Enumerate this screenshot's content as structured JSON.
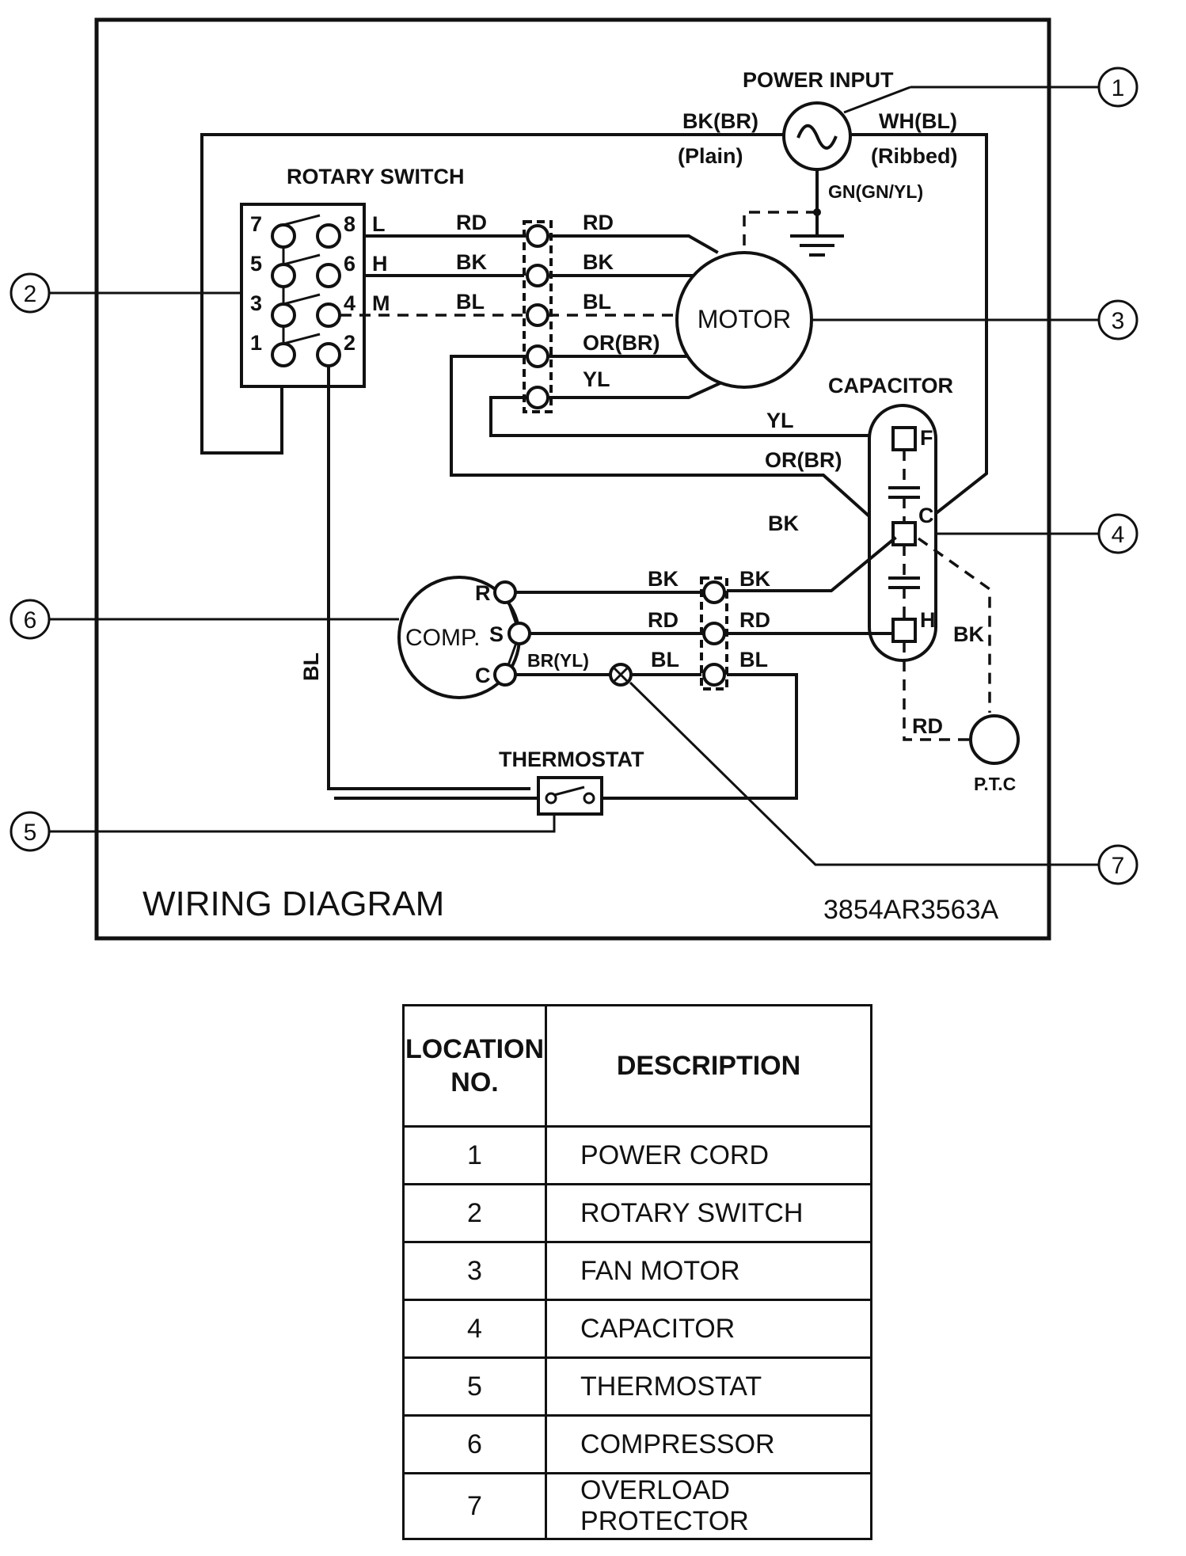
{
  "title": "WIRING DIAGRAM",
  "part_number": "3854AR3563A",
  "labels": {
    "power_input": "POWER INPUT",
    "rotary_switch": "ROTARY SWITCH",
    "motor": "MOTOR",
    "capacitor": "CAPACITOR",
    "thermostat": "THERMOSTAT",
    "ptc": "P.T.C",
    "comp": "COMP."
  },
  "wires": {
    "bk_br": "BK(BR)",
    "plain": "(Plain)",
    "wh_bl": "WH(BL)",
    "ribbed": "(Ribbed)",
    "gn_gnyl": "GN(GN/YL)",
    "rd": "RD",
    "bk": "BK",
    "bl": "BL",
    "or_br": "OR(BR)",
    "yl": "YL",
    "br_yl": "BR(YL)"
  },
  "switch_terminals": {
    "t7": "7",
    "t8": "8",
    "t5": "5",
    "t6": "6",
    "t3": "3",
    "t4": "4",
    "t1": "1",
    "t2": "2",
    "l": "L",
    "h": "H",
    "m": "M"
  },
  "cap_terminals": {
    "f": "F",
    "c": "C",
    "h": "H"
  },
  "comp_terminals": {
    "r": "R",
    "s": "S",
    "c": "C"
  },
  "callouts": [
    "1",
    "2",
    "3",
    "4",
    "5",
    "6",
    "7"
  ],
  "legend": {
    "header_location": [
      "LOCATION",
      "NO."
    ],
    "header_description": "DESCRIPTION",
    "rows": [
      {
        "no": "1",
        "description": "POWER CORD"
      },
      {
        "no": "2",
        "description": "ROTARY SWITCH"
      },
      {
        "no": "3",
        "description": "FAN MOTOR"
      },
      {
        "no": "4",
        "description": "CAPACITOR"
      },
      {
        "no": "5",
        "description": "THERMOSTAT"
      },
      {
        "no": "6",
        "description": "COMPRESSOR"
      },
      {
        "no": "7",
        "description": "OVERLOAD PROTECTOR"
      }
    ]
  }
}
